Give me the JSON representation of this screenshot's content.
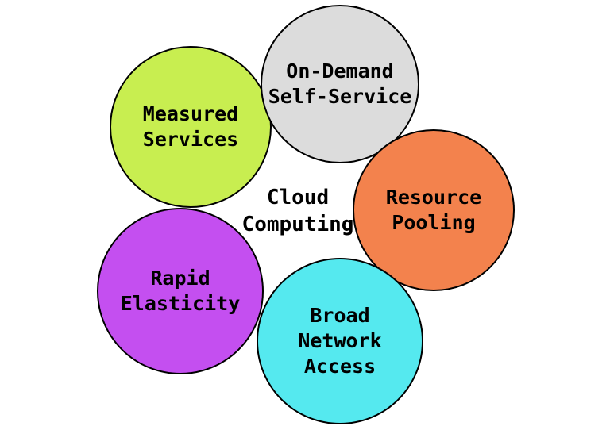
{
  "diagram": {
    "center_label": "Cloud\nComputing",
    "border_color": "#000000",
    "text_color": "#000000",
    "nodes": [
      {
        "id": "measured-services",
        "label": "Measured\nServices",
        "color": "#c8ee50"
      },
      {
        "id": "on-demand-self-service",
        "label": "On-Demand\nSelf-Service",
        "color": "#dcdcdc"
      },
      {
        "id": "resource-pooling",
        "label": "Resource\nPooling",
        "color": "#f3824d"
      },
      {
        "id": "broad-network-access",
        "label": "Broad\nNetwork\nAccess",
        "color": "#55e9ef"
      },
      {
        "id": "rapid-elasticity",
        "label": "Rapid\nElasticity",
        "color": "#c44ff0"
      }
    ]
  }
}
